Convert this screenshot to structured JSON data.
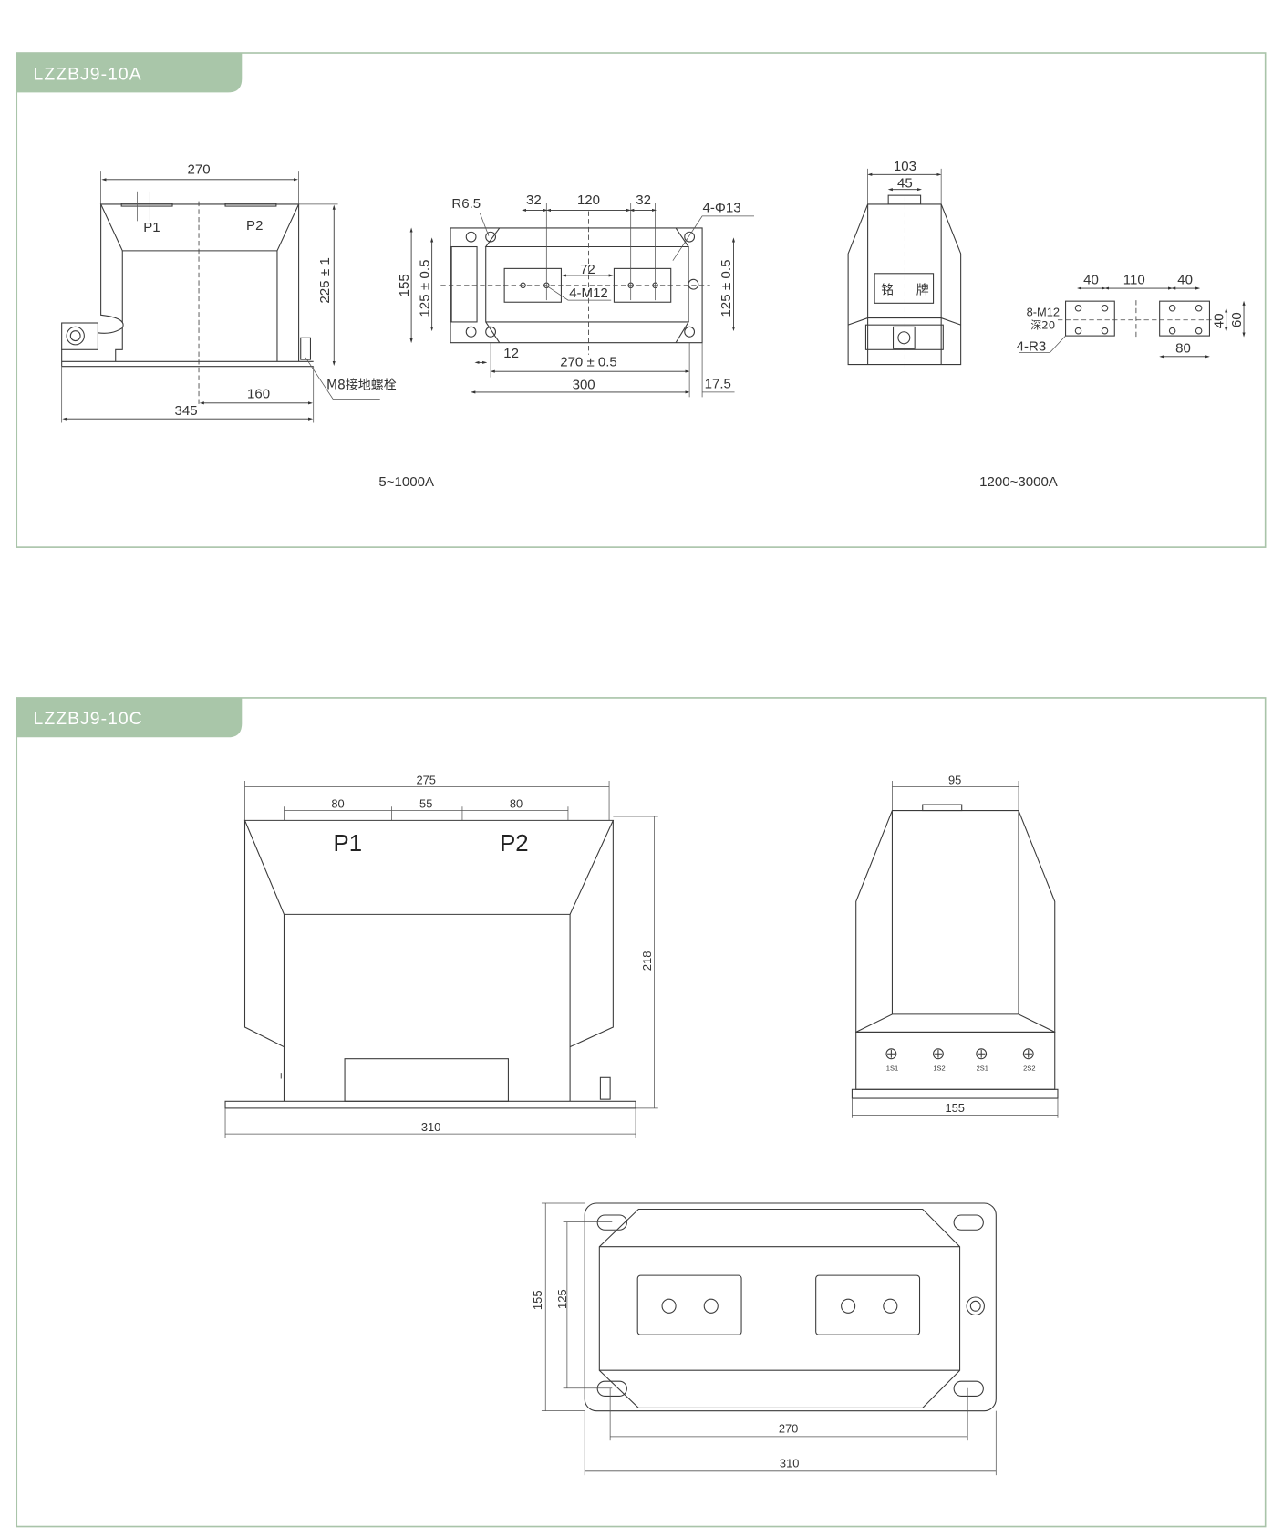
{
  "colors": {
    "border": "#a9c4a9",
    "tab": "#a9c6a9",
    "line": "#3a3a3a"
  },
  "panel_a": {
    "title": "LZZBJ9-10A",
    "front": {
      "width": "270",
      "p1": "P1",
      "p2": "P2",
      "height": "225 ± 1",
      "ground_bolt": "M8接地螺栓",
      "offset": "160",
      "base": "345"
    },
    "top": {
      "radius": "R6.5",
      "d1": "32",
      "d2": "120",
      "d3": "32",
      "holes": "4-Φ13",
      "depth": "155",
      "pitch_left": "125 ± 0.5",
      "spacing": "72",
      "thread": "4-M12",
      "pitch_right": "125 ± 0.5",
      "edge": "12",
      "hole_span": "270 ± 0.5",
      "length": "300",
      "margin": "17.5"
    },
    "side": {
      "width": "103",
      "top": "45",
      "nameplate_1": "铭",
      "nameplate_2": "牌"
    },
    "terminal": {
      "w1": "40",
      "gap": "110",
      "w2": "40",
      "thread": "8-M12",
      "depth": "深20",
      "radius": "4-R3",
      "h1": "40",
      "h2": "60",
      "w3": "80"
    },
    "caption_left": "5~1000A",
    "caption_right": "1200~3000A"
  },
  "panel_c": {
    "title": "LZZBJ9-10C",
    "front": {
      "width": "275",
      "s1": "80",
      "s2": "55",
      "s3": "80",
      "p1": "P1",
      "p2": "P2",
      "height": "218",
      "base": "310"
    },
    "side": {
      "width": "95",
      "terminals": [
        "1S1",
        "1S2",
        "2S1",
        "2S2"
      ],
      "base": "155"
    },
    "bottom": {
      "depth": "155",
      "pitch": "125",
      "hole_span": "270",
      "length": "310"
    }
  }
}
